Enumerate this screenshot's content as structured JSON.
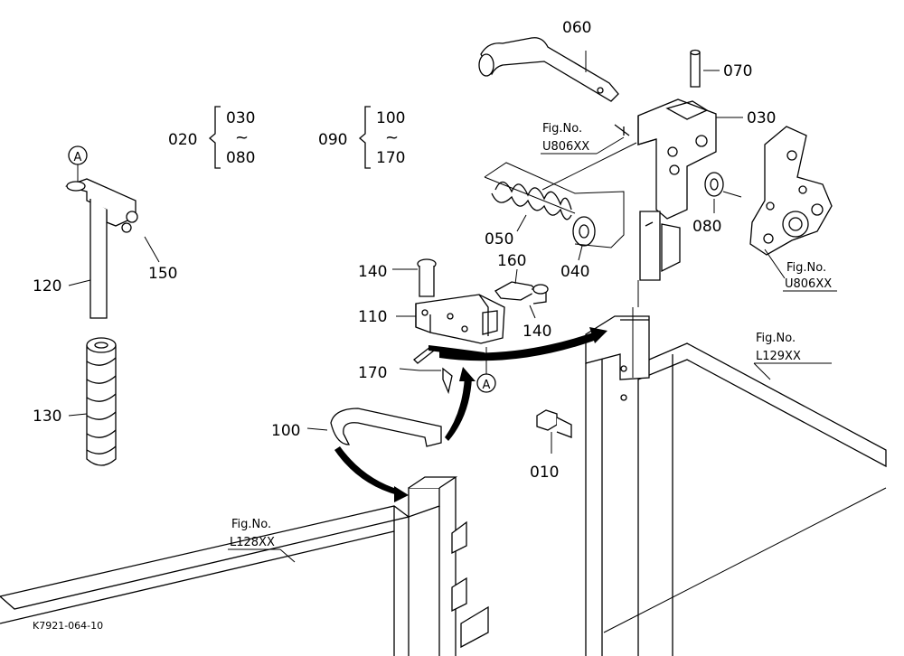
{
  "drawing_code": "K7921-064-10",
  "groups": [
    {
      "id": "020",
      "from": "030",
      "to": "080"
    },
    {
      "id": "090",
      "from": "100",
      "to": "170"
    }
  ],
  "range_glyph": "~",
  "detail_marker": "A",
  "parts": {
    "p060": "060",
    "p070": "070",
    "p030": "030",
    "p050": "050",
    "p040": "040",
    "p080": "080",
    "p140a": "140",
    "p160": "160",
    "p110": "110",
    "p140b": "140",
    "p170": "170",
    "p120": "120",
    "p150": "150",
    "p130": "130",
    "p100": "100",
    "p010": "010"
  },
  "fig_refs": [
    {
      "label": "Fig.No.",
      "code": "U806XX"
    },
    {
      "label": "Fig.No.",
      "code": "U806XX"
    },
    {
      "label": "Fig.No.",
      "code": "L129XX"
    },
    {
      "label": "Fig.No.",
      "code": "L128XX"
    }
  ]
}
